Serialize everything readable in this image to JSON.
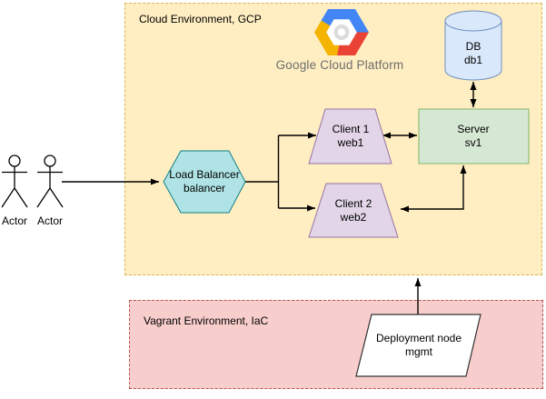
{
  "diagram": {
    "type": "architecture-diagram",
    "background": "#ffffff"
  },
  "cloud_environment": {
    "label": "Cloud Environment, GCP",
    "fill": "#ffeec2",
    "border_color": "#d6b656",
    "border_style": "dashed"
  },
  "vagrant_environment": {
    "label": "Vagrant Environment, IaC",
    "fill": "#f8cecc",
    "border_color": "#b85450",
    "border_style": "dashed"
  },
  "gcp_logo": {
    "caption": "Google Cloud Platform",
    "blue": "#4285f4",
    "red": "#ea4335",
    "yellow": "#f4b400",
    "circle_gray": "#dcdcdc"
  },
  "actors": {
    "actor1_label": "Actor",
    "actor2_label": "Actor"
  },
  "nodes": {
    "load_balancer": {
      "label": "Load Balancer\nbalancer",
      "fill": "#b0e3e5",
      "border_color": "#0e8088",
      "shape": "hexagon"
    },
    "client1": {
      "label": "Client 1\nweb1",
      "fill": "#e1d5e7",
      "border_color": "#9673a6",
      "shape": "trapezoid"
    },
    "client2": {
      "label": "Client 2\nweb2",
      "fill": "#e1d5e7",
      "border_color": "#9673a6",
      "shape": "trapezoid"
    },
    "server": {
      "label": "Server\nsv1",
      "fill": "#d5e8d4",
      "border_color": "#82b366",
      "shape": "rectangle"
    },
    "db": {
      "label": "DB\ndb1",
      "fill": "#dae8fc",
      "border_color": "#6c8ebf",
      "shape": "cylinder"
    },
    "deployment_node": {
      "label": "Deployment node\nmgmt",
      "fill": "#ffffff",
      "border_color": "#333333",
      "shape": "parallelogram"
    }
  },
  "edges": [
    {
      "from": "actor2",
      "to": "load_balancer",
      "arrows": "end"
    },
    {
      "from": "load_balancer",
      "to": "client1",
      "arrows": "end"
    },
    {
      "from": "load_balancer",
      "to": "client2",
      "arrows": "end"
    },
    {
      "from": "client1",
      "to": "server",
      "arrows": "both"
    },
    {
      "from": "db",
      "to": "server",
      "arrows": "both"
    },
    {
      "from": "server",
      "to": "client2",
      "arrows": "both"
    },
    {
      "from": "deployment_node",
      "to": "cloud_environment",
      "arrows": "end"
    }
  ]
}
